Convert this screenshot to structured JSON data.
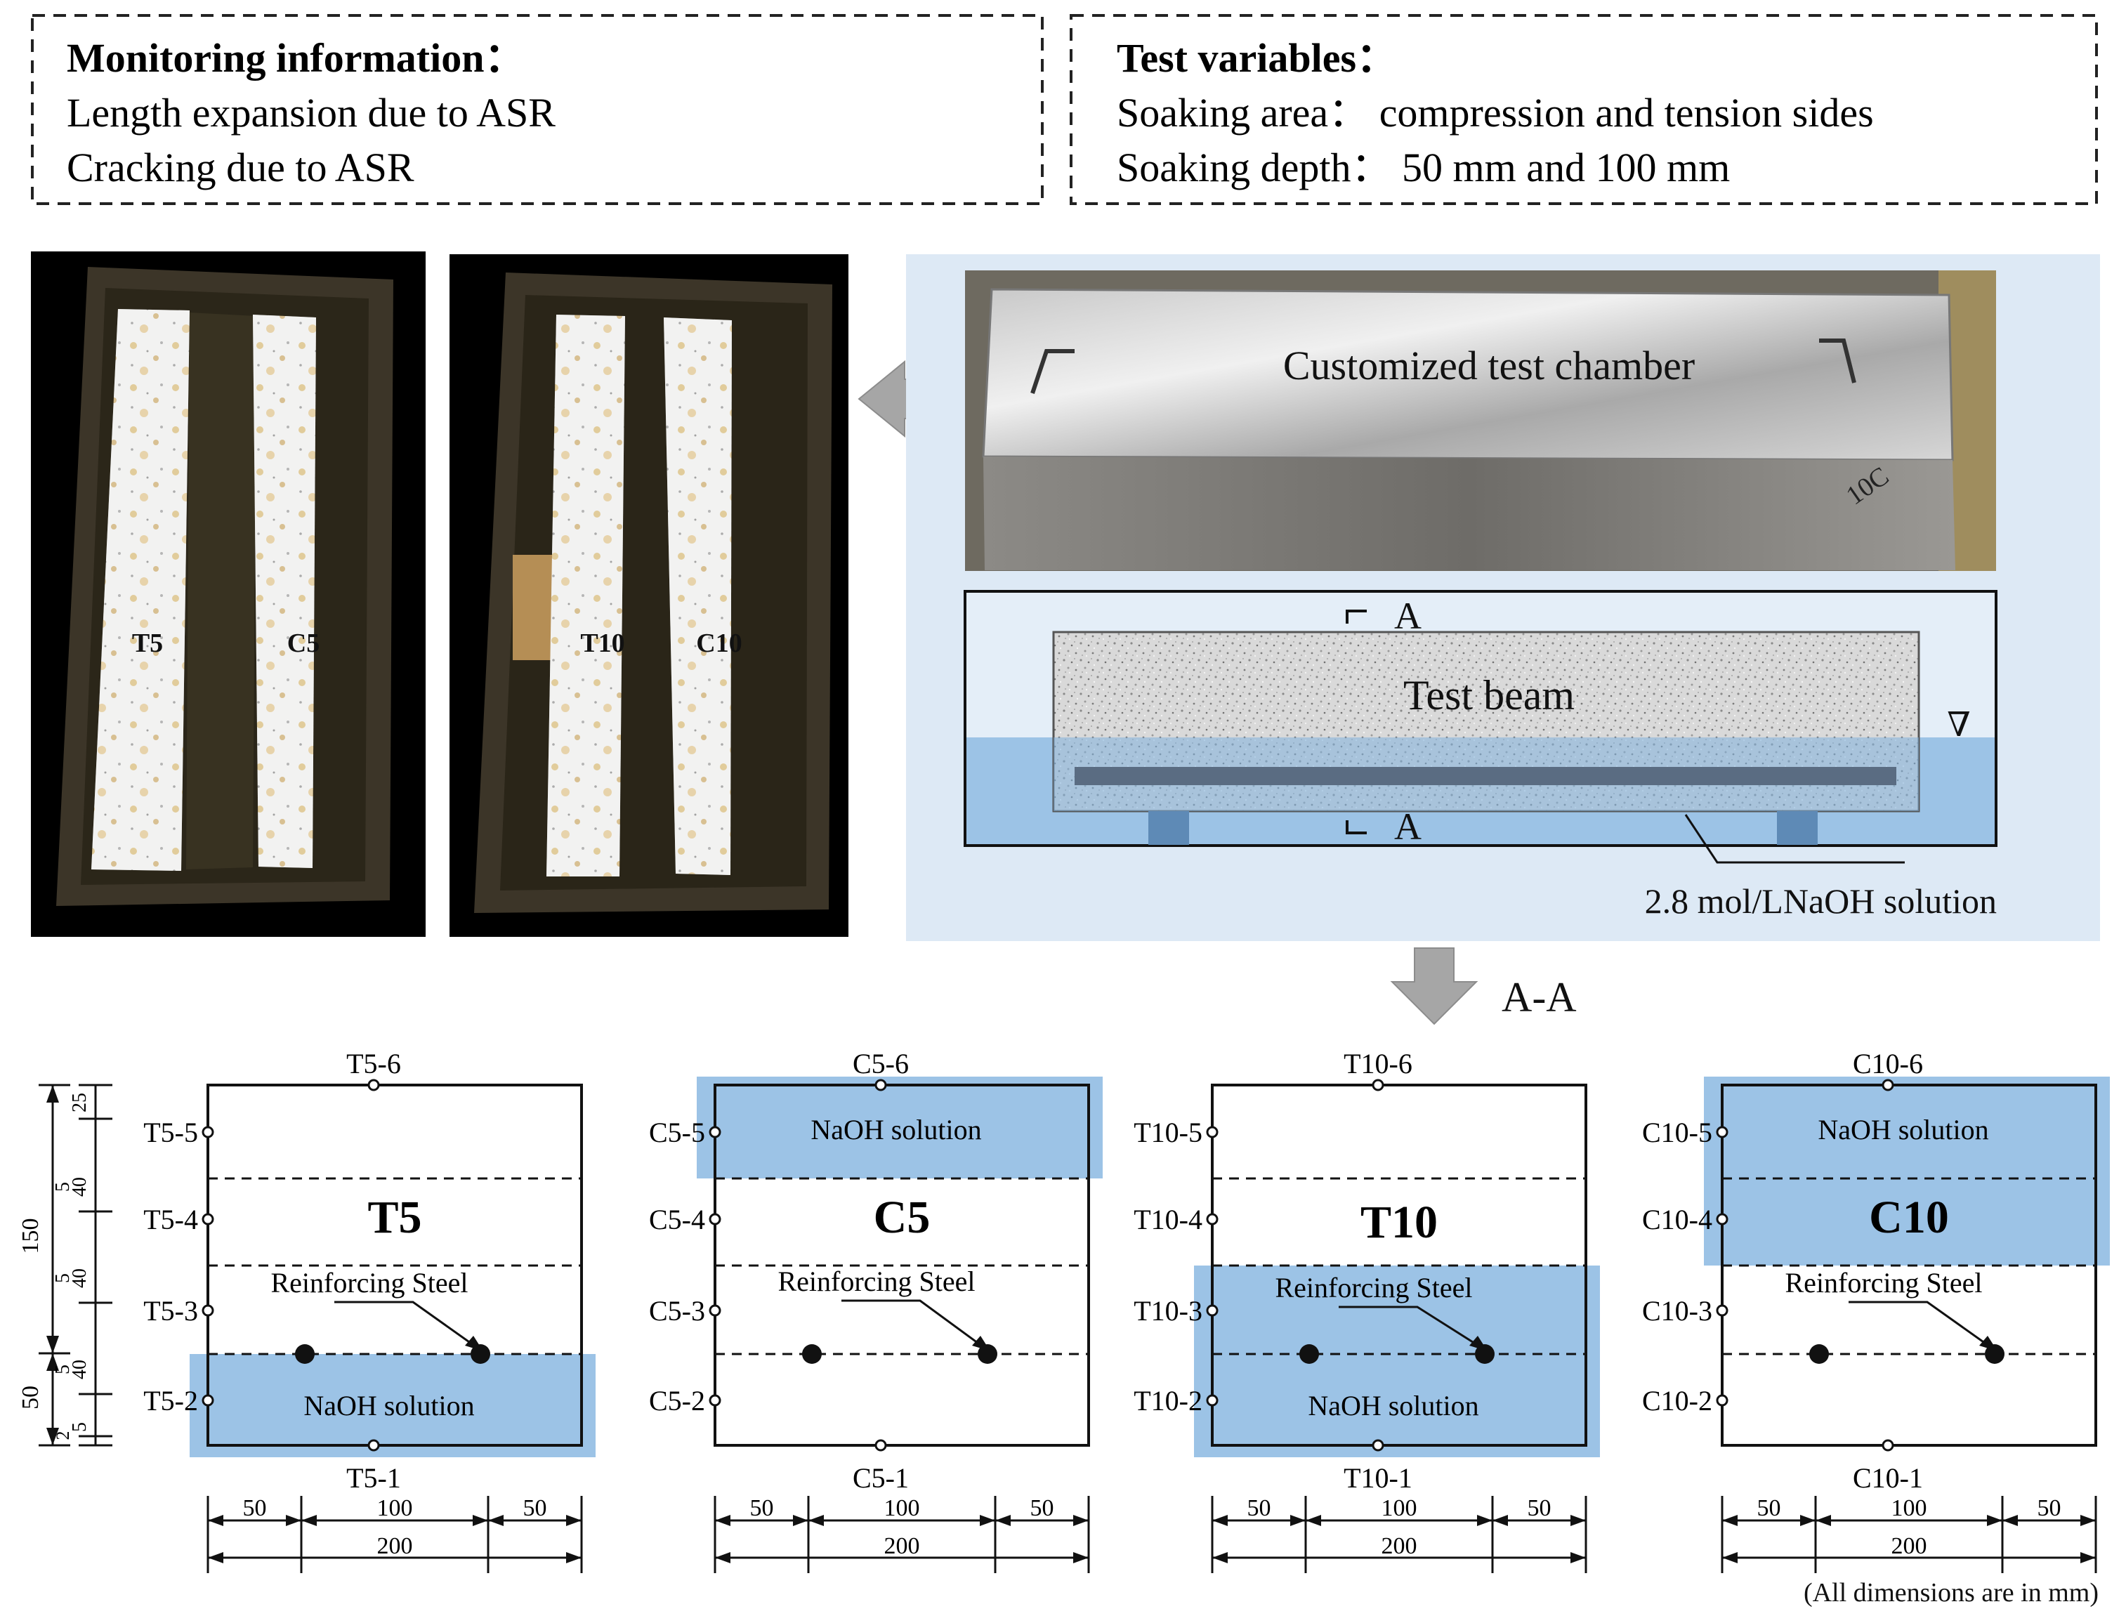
{
  "monitoring": {
    "title": "Monitoring information",
    "colon": "：",
    "items": [
      "Length expansion due to ASR",
      "Cracking due to ASR"
    ]
  },
  "variables": {
    "title": "Test variables",
    "colon": "：",
    "area_label": "Soaking area",
    "area_value": "compression and tension sides",
    "depth_label": "Soaking depth",
    "depth_value": "50 mm and 100 mm"
  },
  "photos": {
    "left_labels": [
      "T5",
      "C5"
    ],
    "right_labels": [
      "T10",
      "C10"
    ]
  },
  "chamber": {
    "label": "Customized test chamber",
    "chamber_mark": "10C"
  },
  "schematic": {
    "beam_label": "Test beam",
    "section_mark": "A",
    "solution_label": "2.8 mol/LNaOH solution",
    "water_symbol": "∇"
  },
  "section_title": "A-A",
  "sections": [
    {
      "name": "T5",
      "top_label": "T5-6",
      "bottom_label": "T5-1",
      "side_labels": [
        "T5-5",
        "T5-4",
        "T5-3",
        "T5-2"
      ],
      "solution": "NaOH solution",
      "steel": "Reinforcing Steel",
      "dims_bottom": [
        "50",
        "100",
        "50"
      ],
      "total": "200"
    },
    {
      "name": "C5",
      "top_label": "C5-6",
      "bottom_label": "C5-1",
      "side_labels": [
        "C5-5",
        "C5-4",
        "C5-3",
        "C5-2"
      ],
      "solution": "NaOH solution",
      "steel": "Reinforcing Steel",
      "dims_bottom": [
        "50",
        "100",
        "50"
      ],
      "total": "200"
    },
    {
      "name": "T10",
      "top_label": "T10-6",
      "bottom_label": "T10-1",
      "side_labels": [
        "T10-5",
        "T10-4",
        "T10-3",
        "T10-2"
      ],
      "solution": "NaOH solution",
      "steel": "Reinforcing Steel",
      "dims_bottom": [
        "50",
        "100",
        "50"
      ],
      "total": "200"
    },
    {
      "name": "C10",
      "top_label": "C10-6",
      "bottom_label": "C10-1",
      "side_labels": [
        "C10-5",
        "C10-4",
        "C10-3",
        "C10-2"
      ],
      "solution": "NaOH solution",
      "steel": "Reinforcing Steel",
      "dims_bottom": [
        "50",
        "100",
        "50"
      ],
      "total": "200"
    }
  ],
  "left_dims": {
    "major": [
      "150",
      "50"
    ],
    "minor": [
      "25",
      "5",
      "40",
      "5",
      "40",
      "5",
      "40",
      "5",
      "2"
    ]
  },
  "footnote": "(All dimensions  are in mm)"
}
